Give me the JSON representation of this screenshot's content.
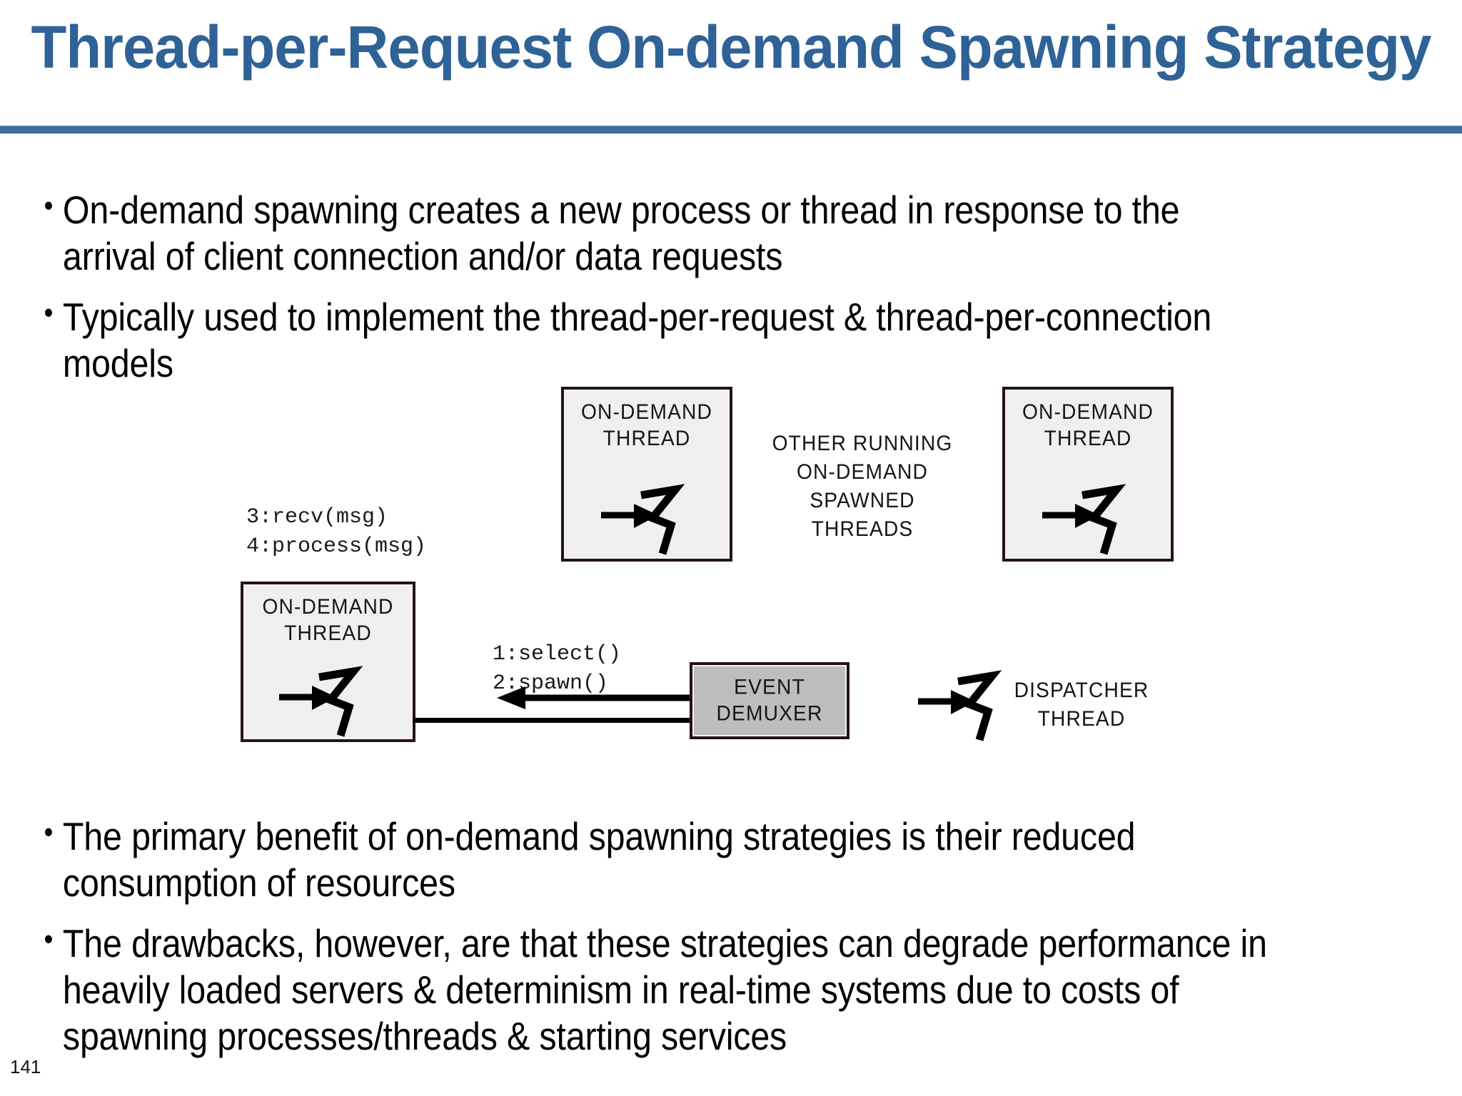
{
  "slide": {
    "title": "Thread-per-Request On-demand Spawning Strategy",
    "page_number": "141",
    "accent_color": "#2f6296",
    "rule_color": "#3c6ea0"
  },
  "bullets_top": [
    {
      "text": "On-demand spawning creates a new process or thread in response to the arrival of client connection and/or data requests",
      "marker": "•"
    },
    {
      "text": "Typically used to implement the thread-per-request & thread-per-connection models",
      "marker": "•"
    }
  ],
  "bullets_bottom": [
    {
      "text": "The primary benefit of on-demand spawning strategies is their reduced consumption of resources",
      "marker": "•"
    },
    {
      "text": "The drawbacks, however, are that these strategies can degrade performance in heavily loaded servers & determinism in real-time systems due to costs of spawning processes/threads & starting services",
      "marker": "•"
    }
  ],
  "diagram": {
    "boxes": [
      {
        "id": "on-demand-thread-top-left",
        "label": "ON-DEMAND\nTHREAD",
        "fill": "#efefef"
      },
      {
        "id": "on-demand-thread-top-right",
        "label": "ON-DEMAND\nTHREAD",
        "fill": "#efefef"
      },
      {
        "id": "on-demand-thread-bottom-left",
        "label": "ON-DEMAND\nTHREAD",
        "fill": "#efefef"
      },
      {
        "id": "event-demuxer",
        "label": "EVENT\nDEMUXER",
        "fill": "#bdbdbd"
      }
    ],
    "annotations": {
      "other_threads": "OTHER RUNNING\nON-DEMAND\nSPAWNED THREADS",
      "dispatcher_thread": "DISPATCHER\nTHREAD",
      "code_recv": "3:recv(msg)\n4:process(msg)",
      "code_select": "1:select()\n2:spawn()"
    }
  }
}
